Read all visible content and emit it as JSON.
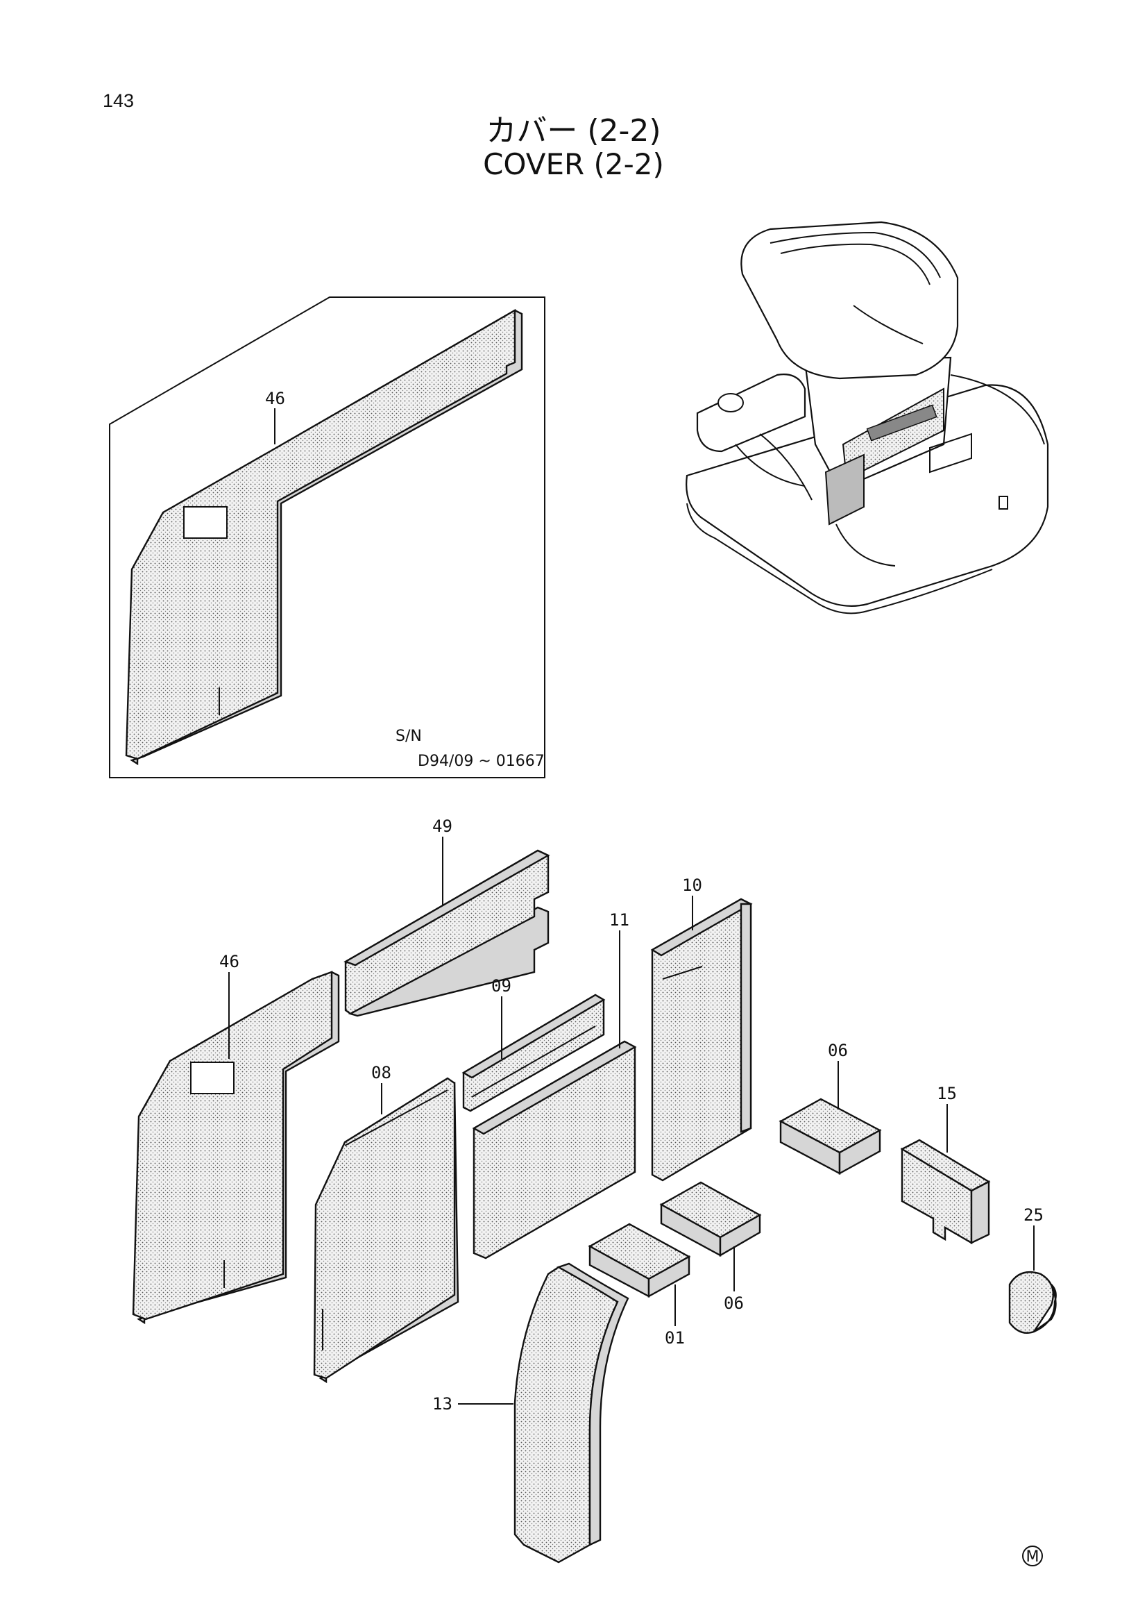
{
  "page": {
    "number": "143",
    "title_jp": "カバー (2-2)",
    "title_en": "COVER (2-2)",
    "manufacturer_mark": "M"
  },
  "inset": {
    "serial_label": "S/N",
    "serial_range": "D94/09 ~ 01667",
    "part_label": "46"
  },
  "callouts": [
    "49",
    "10",
    "11",
    "46",
    "09",
    "08",
    "06",
    "15",
    "25",
    "06",
    "01",
    "13"
  ]
}
